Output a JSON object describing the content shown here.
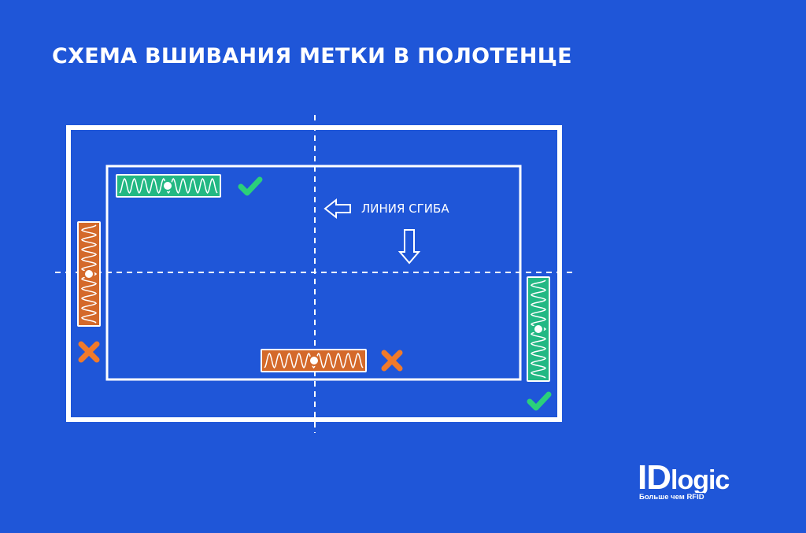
{
  "title": "СХЕМА ВШИВАНИЯ МЕТКИ В ПОЛОТЕНЦЕ",
  "fold_label": "ЛИНИЯ СГИБА",
  "logo": {
    "main": "ID",
    "suffix": "logic",
    "tagline": "Больше чем RFID"
  },
  "colors": {
    "background": "#1f56d8",
    "correct": "#22b883",
    "wrong": "#d4692a",
    "check": "#2bd07a",
    "cross": "#f07a2a"
  },
  "tags": [
    {
      "orientation": "horizontal",
      "status": "correct"
    },
    {
      "orientation": "vertical",
      "status": "wrong"
    },
    {
      "orientation": "horizontal",
      "status": "wrong"
    },
    {
      "orientation": "vertical",
      "status": "correct"
    }
  ]
}
